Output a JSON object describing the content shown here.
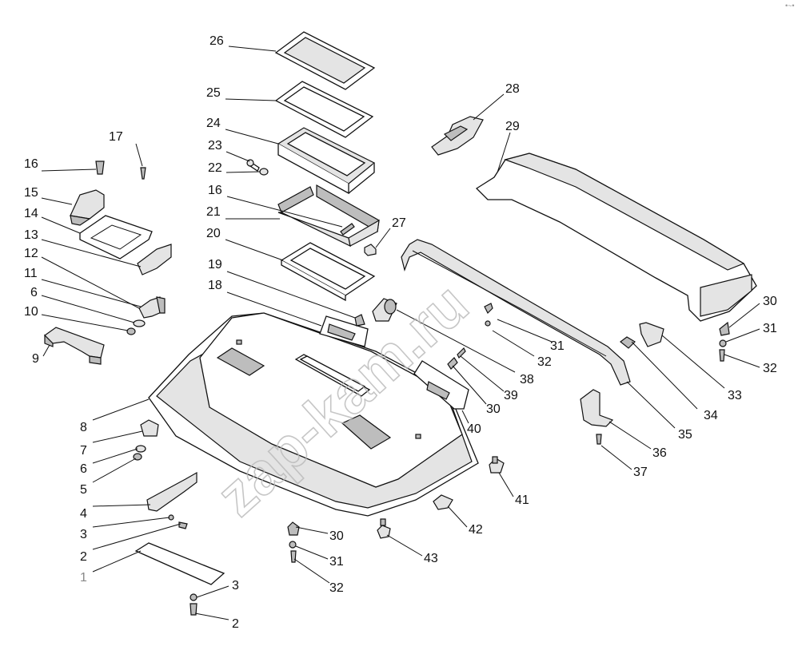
{
  "watermark": "zap-kam.ru",
  "corner_mark": "•~•",
  "labels": [
    {
      "num": "26"
    },
    {
      "num": "25"
    },
    {
      "num": "24"
    },
    {
      "num": "23"
    },
    {
      "num": "22"
    },
    {
      "num": "16"
    },
    {
      "num": "21"
    },
    {
      "num": "20"
    },
    {
      "num": "19"
    },
    {
      "num": "18"
    },
    {
      "num": "27"
    },
    {
      "num": "28"
    },
    {
      "num": "29"
    },
    {
      "num": "17"
    },
    {
      "num": "16"
    },
    {
      "num": "15"
    },
    {
      "num": "14"
    },
    {
      "num": "13"
    },
    {
      "num": "12"
    },
    {
      "num": "11"
    },
    {
      "num": "6"
    },
    {
      "num": "10"
    },
    {
      "num": "9"
    },
    {
      "num": "30"
    },
    {
      "num": "31"
    },
    {
      "num": "32"
    },
    {
      "num": "31"
    },
    {
      "num": "32"
    },
    {
      "num": "33"
    },
    {
      "num": "34"
    },
    {
      "num": "35"
    },
    {
      "num": "38"
    },
    {
      "num": "39"
    },
    {
      "num": "30"
    },
    {
      "num": "40"
    },
    {
      "num": "8"
    },
    {
      "num": "7"
    },
    {
      "num": "6"
    },
    {
      "num": "5"
    },
    {
      "num": "4"
    },
    {
      "num": "3"
    },
    {
      "num": "2"
    },
    {
      "num": "1"
    },
    {
      "num": "3"
    },
    {
      "num": "2"
    },
    {
      "num": "30"
    },
    {
      "num": "31"
    },
    {
      "num": "32"
    },
    {
      "num": "43"
    },
    {
      "num": "42"
    },
    {
      "num": "41"
    },
    {
      "num": "36"
    },
    {
      "num": "37"
    }
  ]
}
